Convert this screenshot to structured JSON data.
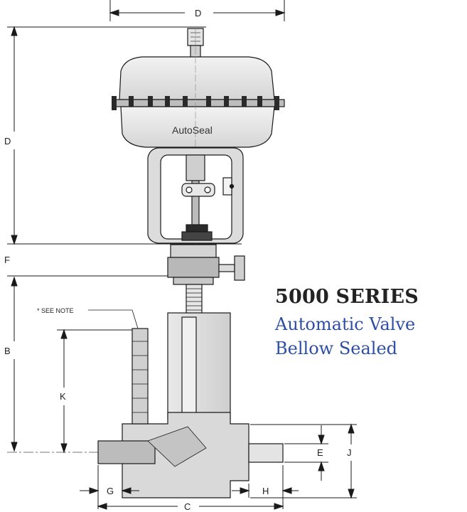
{
  "header": {
    "series": "5000 SERIES",
    "subtitle_line1": "Automatic Valve",
    "subtitle_line2": "Bellow Sealed"
  },
  "drawing": {
    "brand_label": "AutoSeal",
    "note_label": "* SEE NOTE",
    "dimension_labels": {
      "top_width": "D",
      "actuator_height": "D",
      "yoke_gap": "F",
      "body_height": "B",
      "branch_height": "K",
      "port_diameter": "E",
      "port_height": "J",
      "left_socket": "G",
      "right_socket": "H",
      "overall_length": "C"
    }
  },
  "colors": {
    "line": "#1a1a1a",
    "accent_text": "#2e4ea3",
    "title_text": "#232323"
  }
}
